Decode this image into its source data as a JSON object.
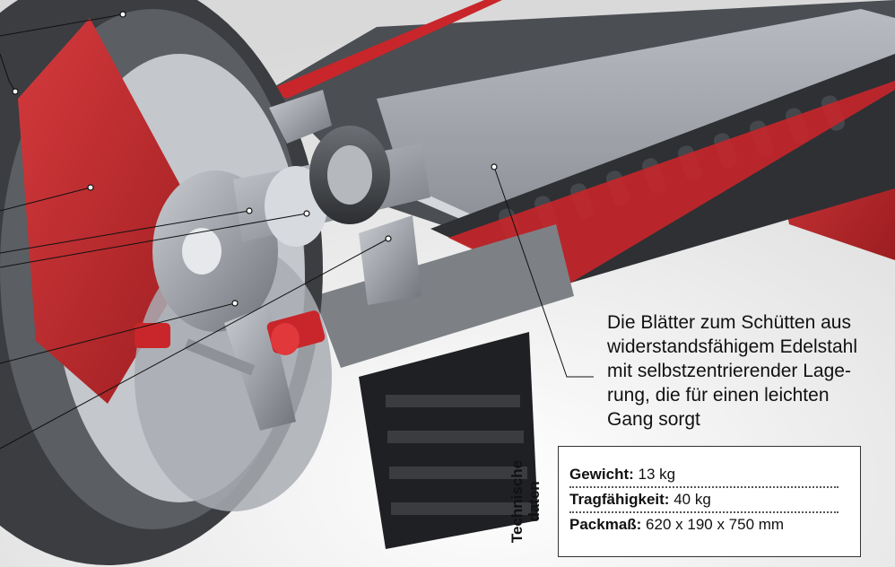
{
  "description": {
    "lines": [
      "Die Blätter zum Schütten aus",
      "widerstandsfähigem Edelstahl",
      "mit selbstzentrierender Lage-",
      "rung, die  für einen leichten",
      "Gang sorgt"
    ]
  },
  "specs": {
    "title_line1": "Technische",
    "title_line2": "daten",
    "rows": [
      {
        "label": "Gewicht:",
        "value": " 13 kg"
      },
      {
        "label": "Tragfähigkeit:",
        "value": " 40 kg"
      },
      {
        "label": "Packmaß:",
        "value": " 620 x 190 x 750 mm"
      }
    ]
  },
  "colors": {
    "accent_red": "#c8262a",
    "metal_grey": "#9a9da2",
    "dark_grey": "#3a3c40"
  }
}
